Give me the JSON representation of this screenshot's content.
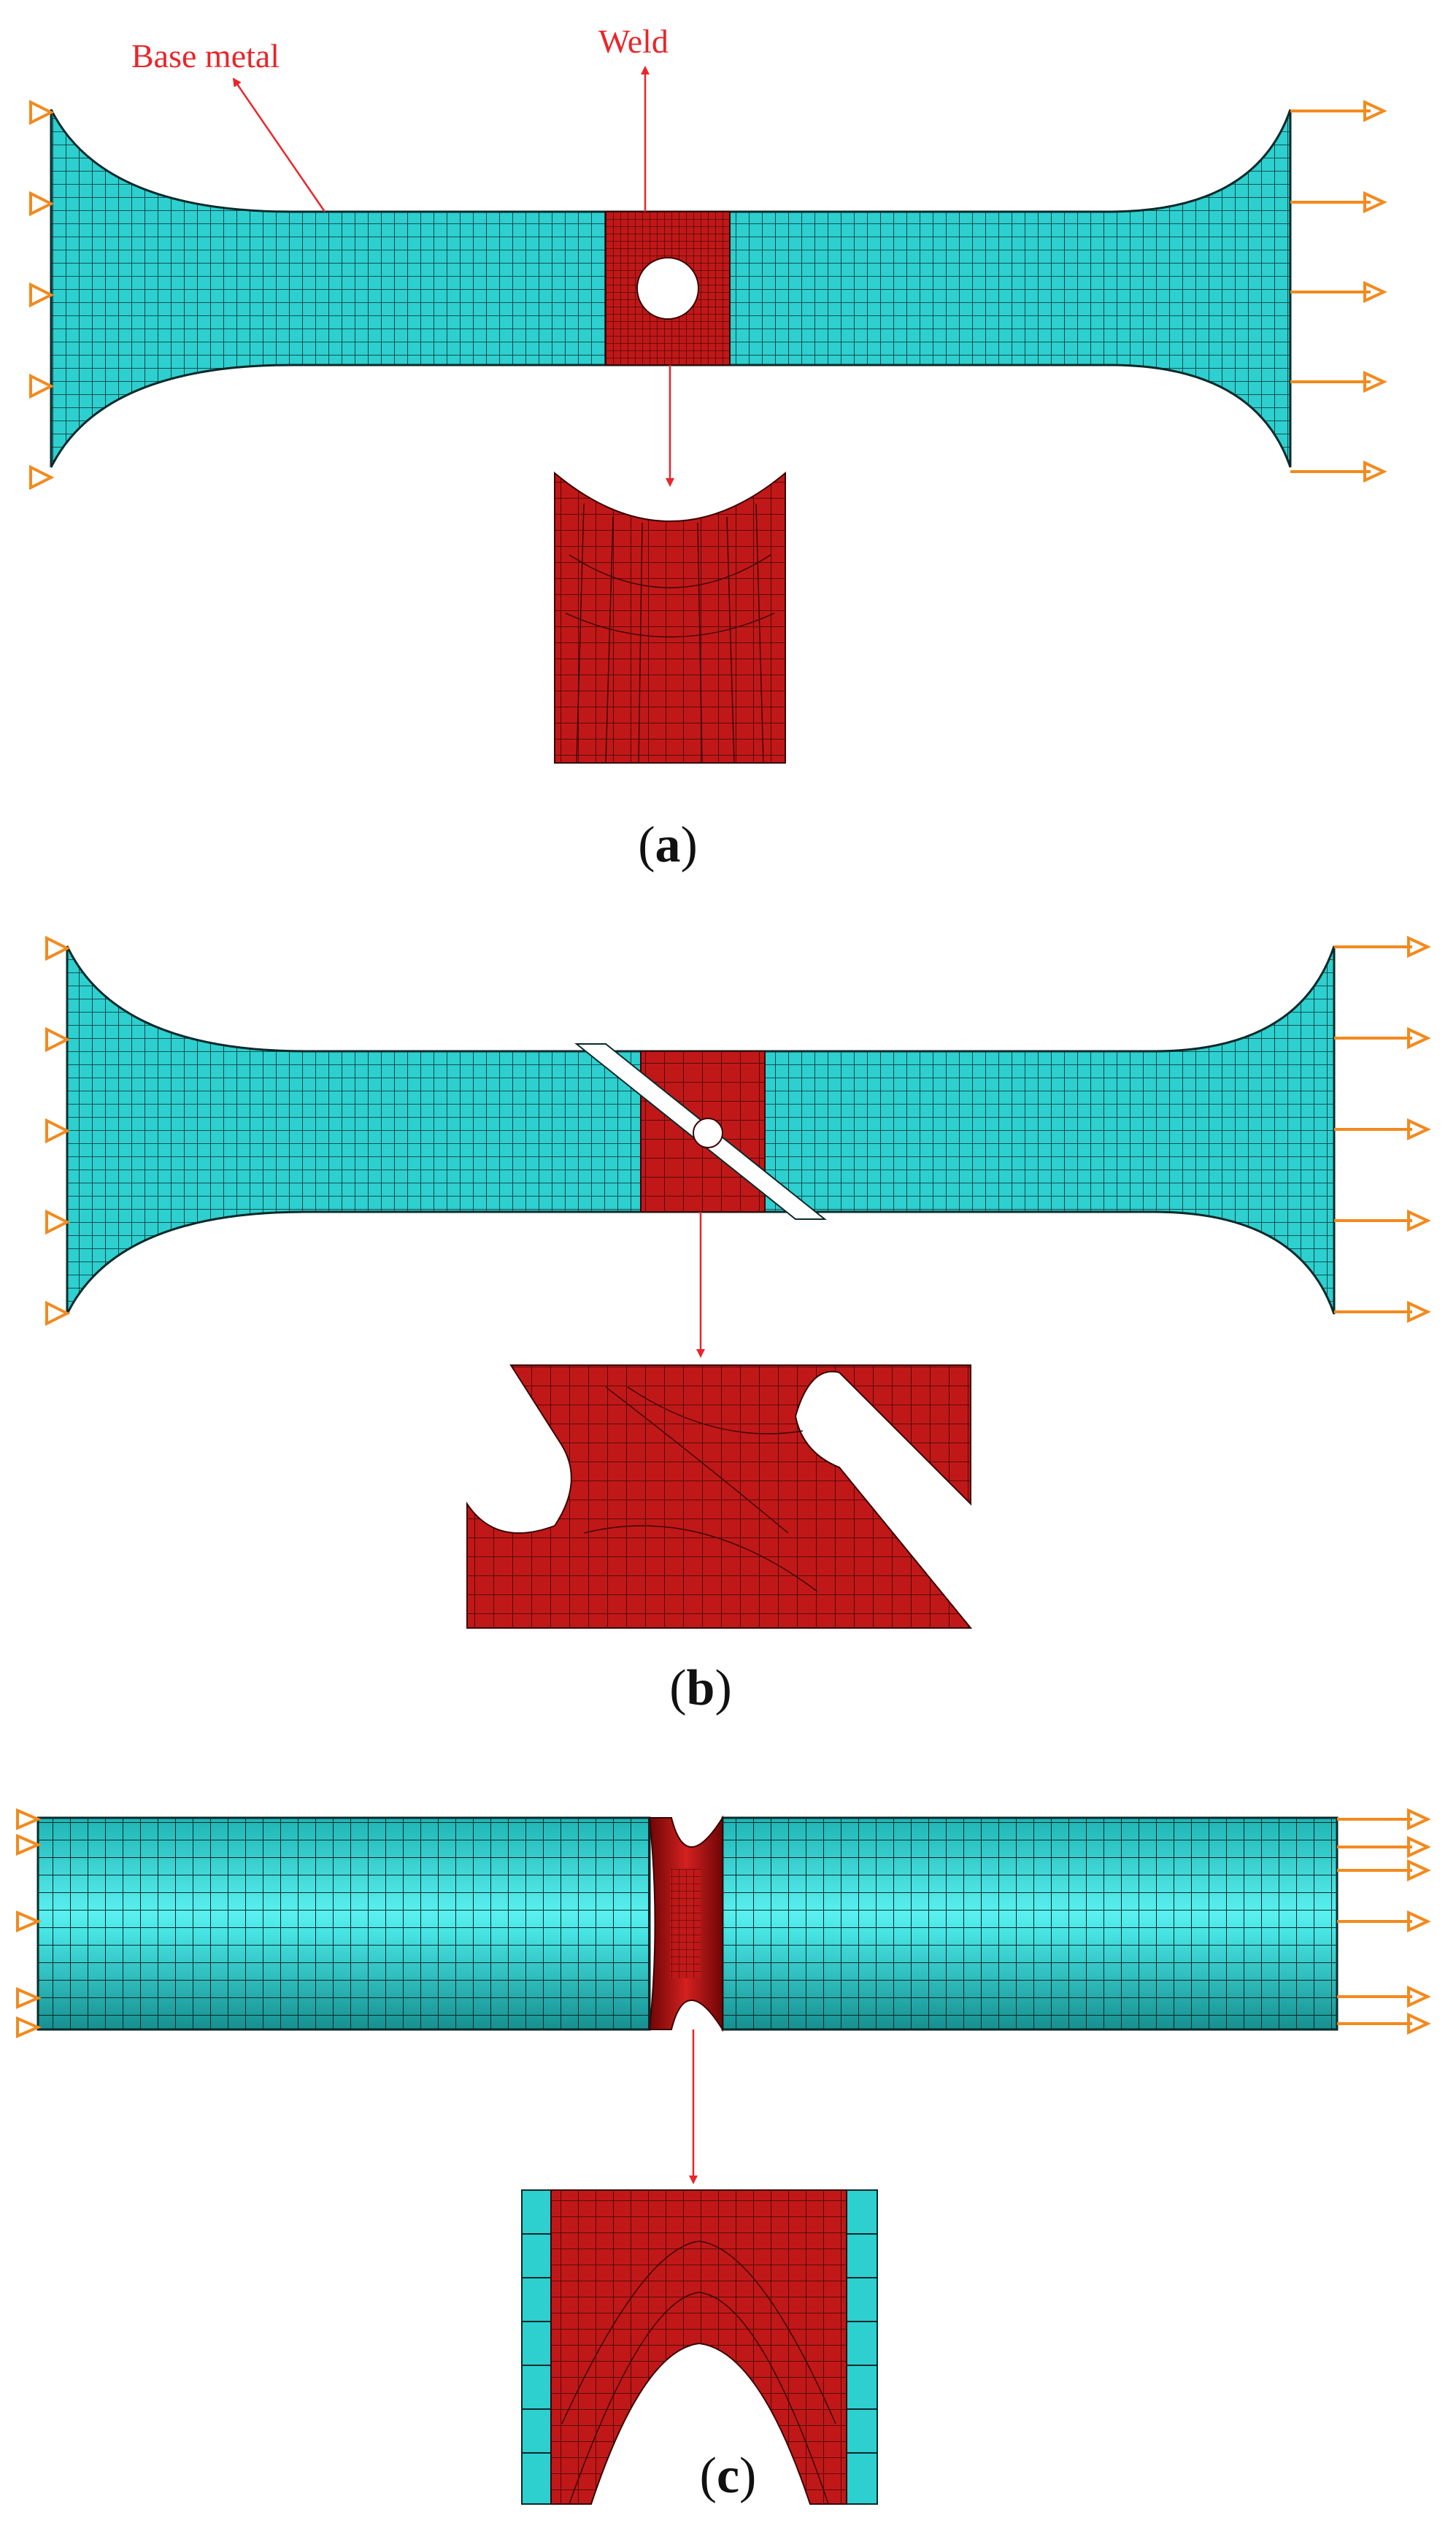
{
  "colors": {
    "base_metal": "#2ecfcf",
    "base_metal_light": "#4fe6e6",
    "weld": "#c01818",
    "weld_dark": "#8e0c0c",
    "mesh_line": "#0a2a2a",
    "annotation": "#e8262a",
    "load_arrow": "#f28a1e"
  },
  "labels": {
    "base_metal": "Base metal",
    "weld": "Weld"
  },
  "panels": [
    {
      "caption_letter": "a",
      "icons": [
        "fixed-support-icon",
        "load-arrow-icon"
      ]
    },
    {
      "caption_letter": "b",
      "icons": [
        "fixed-support-icon",
        "load-arrow-icon"
      ]
    },
    {
      "caption_letter": "c",
      "icons": [
        "fixed-support-icon",
        "load-arrow-icon"
      ]
    }
  ]
}
